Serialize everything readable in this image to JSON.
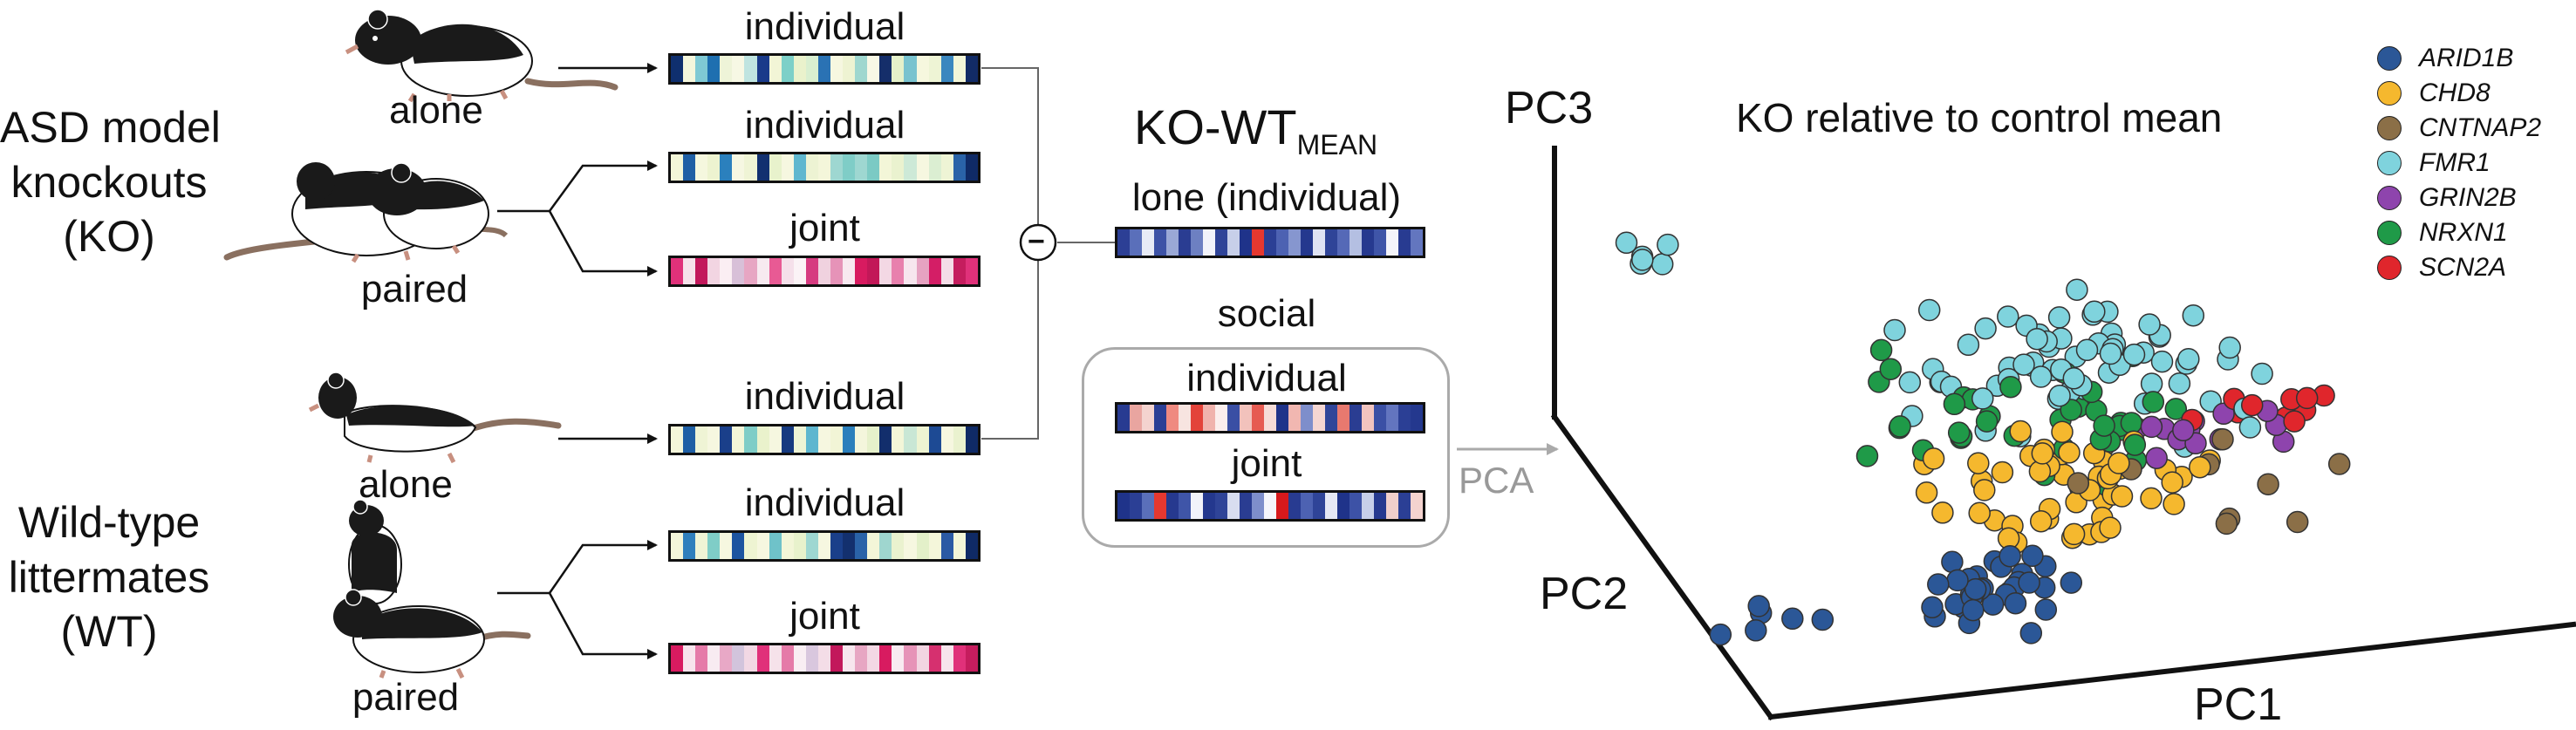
{
  "groups": {
    "ko": "ASD model\nknockouts\n(KO)",
    "wt": "Wild-type\nlittermates\n(WT)"
  },
  "conditions": {
    "ko_alone": "alone",
    "ko_paired": "paired",
    "wt_alone": "alone",
    "wt_paired": "paired"
  },
  "bar_labels": {
    "ko_ind1": "individual",
    "ko_ind2": "individual",
    "ko_joint": "joint",
    "wt_ind1": "individual",
    "wt_ind2": "individual",
    "wt_joint": "joint"
  },
  "middle": {
    "title_main": "KO-WT",
    "title_sub": "MEAN",
    "minus": "−",
    "lone": "lone (individual)",
    "social": "social",
    "social_individual": "individual",
    "social_joint": "joint",
    "pca": "PCA"
  },
  "colors": {
    "dark_navy": "#1a2a6c",
    "magenta": "#d81b60",
    "teal": "#5ec8c8",
    "red": "#d7191c"
  },
  "strips": {
    "ko_ind1": [
      "#0f2f6e",
      "#f4f6dc",
      "#7fc9d4",
      "#1e6fb0",
      "#eef4d8",
      "#f7f8e4",
      "#bfe4e0",
      "#1a3a8a",
      "#f2f5d6",
      "#7dd0c8",
      "#eaf2cc",
      "#d9efd0",
      "#2a72b4",
      "#f6f7e0",
      "#eef3d2",
      "#9fd7cf",
      "#f8f8e6",
      "#152e6a",
      "#e5f1ca",
      "#79c3cf",
      "#f6f7de",
      "#eef4d5",
      "#3b87bf",
      "#f3f6d8",
      "#122b66"
    ],
    "ko_ind2": [
      "#f3f6d8",
      "#1f5fa5",
      "#f5f7de",
      "#edf3d0",
      "#2b80bd",
      "#f6f7e2",
      "#eff4d5",
      "#123070",
      "#e8f2cc",
      "#f6f7e0",
      "#5fb7cf",
      "#edf3d3",
      "#f4f6da",
      "#9ed7d1",
      "#7fcdc7",
      "#9ed7d1",
      "#7bcac4",
      "#f3f6d8",
      "#eaf2cf",
      "#cde9d7",
      "#f6f7e0",
      "#dbeed2",
      "#eef4d5",
      "#2a63a8",
      "#0f2a66"
    ],
    "ko_joint": [
      "#e0317a",
      "#f6e2ea",
      "#c2185b",
      "#f2d5e2",
      "#fbeef3",
      "#d8c0d8",
      "#e7a6c3",
      "#f7eaf0",
      "#e85a94",
      "#f5e0ea",
      "#fbf3f6",
      "#d63b80",
      "#f0d2df",
      "#e693b8",
      "#f8e9f0",
      "#d81b60",
      "#c21858",
      "#f3d8e4",
      "#e880ad",
      "#f7e6ee",
      "#e6a2c1",
      "#d41e66",
      "#f4dde7",
      "#c51d5e",
      "#e0317a"
    ],
    "wt_ind1": [
      "#f4f6da",
      "#1e5fa5",
      "#eff4d5",
      "#f6f7e0",
      "#1a3f8a",
      "#f3f6d8",
      "#7fcdc7",
      "#eaf2cc",
      "#f6f7e0",
      "#163a80",
      "#eef4d5",
      "#5eb6cf",
      "#f6f7e0",
      "#f2f5d6",
      "#2b7fbc",
      "#f4f6dc",
      "#e6f1cb",
      "#122e6c",
      "#f3f6d8",
      "#c9e7d5",
      "#eef4d2",
      "#1d4a94",
      "#f6f7e0",
      "#eaf2cf",
      "#0f2a66"
    ],
    "wt_ind2": [
      "#f4f6da",
      "#2f7fbd",
      "#eff4d5",
      "#7fcdc7",
      "#f6f7e0",
      "#1c54a0",
      "#eef4d2",
      "#f6f7e0",
      "#6fc2c9",
      "#f3f6d8",
      "#e8f2cc",
      "#9ed7d1",
      "#f6f7e0",
      "#1a3f8a",
      "#13306e",
      "#2a63a8",
      "#f3f6d8",
      "#9fd6cf",
      "#eaf2cf",
      "#f6f7e0",
      "#e3f0c9",
      "#f4f6da",
      "#2b5aa4",
      "#f3f6d8",
      "#0f2a66"
    ],
    "wt_joint": [
      "#d81b60",
      "#f7e4ec",
      "#e57aa8",
      "#f8ebf1",
      "#e8a8c6",
      "#d2c4dc",
      "#f2d8e4",
      "#e0317a",
      "#f6e2ea",
      "#e57aa8",
      "#f9eef3",
      "#d9c7de",
      "#f4dde7",
      "#c2185b",
      "#f7e6ee",
      "#e7a6c3",
      "#f3d8e4",
      "#d81b60",
      "#f8ebf1",
      "#e693b8",
      "#f2d5e2",
      "#d6306f",
      "#f7e4ec",
      "#e0317a",
      "#c51d5e"
    ],
    "lone": [
      "#2c3f95",
      "#5a6fba",
      "#e8ebf6",
      "#3d52a6",
      "#9aa8d6",
      "#2a3d92",
      "#6d80c2",
      "#f2f3fa",
      "#2f4498",
      "#c7cfe9",
      "#1f338a",
      "#e6382f",
      "#2b3f95",
      "#4d62b2",
      "#8696cf",
      "#24388e",
      "#dfe3f3",
      "#2f4498",
      "#5569b7",
      "#b4bfe2",
      "#26398f",
      "#3f55a8",
      "#f4f4fa",
      "#283b91",
      "#6376bf"
    ],
    "soc_ind": [
      "#283b91",
      "#e9a5a0",
      "#f4d3cf",
      "#2b3f95",
      "#ef8a80",
      "#f7e4e0",
      "#e3433a",
      "#f0b3ad",
      "#fbeeed",
      "#3a4fa4",
      "#f2c2bc",
      "#e65b52",
      "#f6dcd8",
      "#1f338a",
      "#f1b7b1",
      "#7e8ecb",
      "#f5d6d2",
      "#304599",
      "#e8796f",
      "#2a3d92",
      "#f2c4bf",
      "#3b50a5",
      "#6375bf",
      "#2b3f95",
      "#24388e"
    ],
    "soc_joint": [
      "#1f338a",
      "#2b3f95",
      "#5a6fba",
      "#e6382f",
      "#26398f",
      "#3f55a8",
      "#f2f3fa",
      "#24388e",
      "#2f4498",
      "#d8ddf0",
      "#2a3d92",
      "#7e8ecb",
      "#f5f5fb",
      "#d7191c",
      "#283b91",
      "#4d62b2",
      "#2f4498",
      "#e5e8f5",
      "#1f338a",
      "#3d52a6",
      "#c7cfe9",
      "#26398f",
      "#f0cfcb",
      "#2b3f95",
      "#f4d3cf"
    ]
  },
  "pca_plot": {
    "axis_pc1": "PC1",
    "axis_pc2": "PC2",
    "axis_pc3": "PC3",
    "title": "KO relative to control mean"
  },
  "legend": [
    {
      "name": "ARID1B",
      "color": "#2b5797"
    },
    {
      "name": "CHD8",
      "color": "#f5b82e"
    },
    {
      "name": "CNTNAP2",
      "color": "#8b6f47"
    },
    {
      "name": "FMR1",
      "color": "#7fd3dd"
    },
    {
      "name": "GRIN2B",
      "color": "#8e44ad"
    },
    {
      "name": "NRXN1",
      "color": "#1f9a48"
    },
    {
      "name": "SCN2A",
      "color": "#e0262c"
    }
  ]
}
